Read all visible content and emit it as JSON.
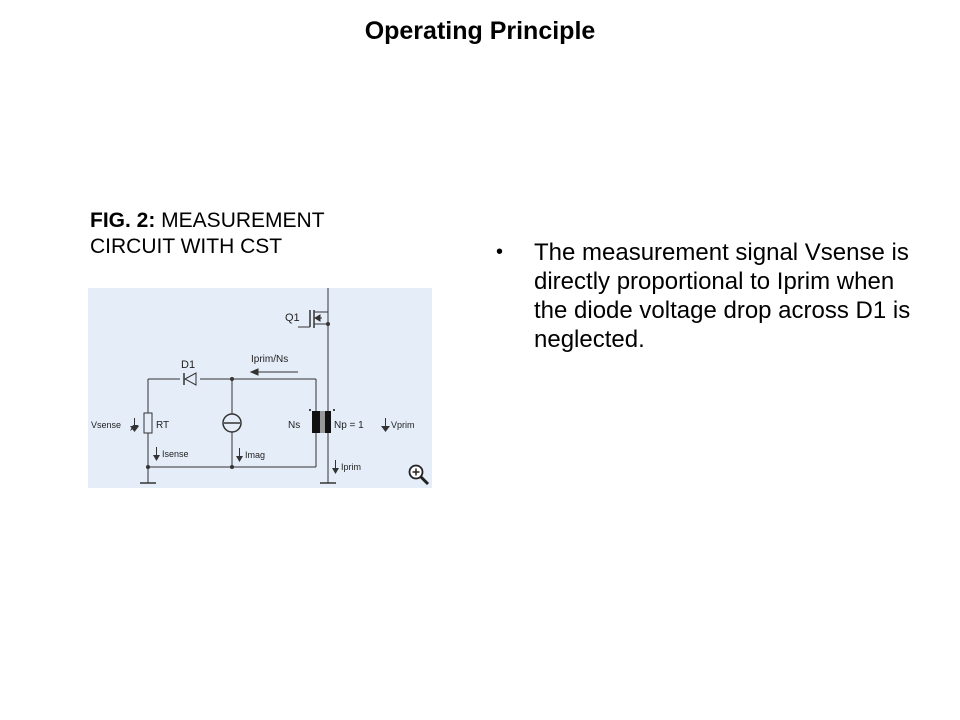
{
  "slide": {
    "title": "Operating Principle",
    "caption_prefix": "FIG. 2:",
    "caption_text": " MEASUREMENT CIRCUIT WITH CST",
    "bullets": [
      {
        "marker": "•",
        "text": "The measurement signal Vsense is directly proportional to Iprim when the diode voltage drop across D1 is neglected."
      }
    ]
  },
  "figure": {
    "labels": {
      "q1": "Q1",
      "d1": "D1",
      "iprim_ns": "Iprim/Ns",
      "vsense": "Vsense",
      "rt": "RT",
      "isense": "Isense",
      "imag": "Imag",
      "ns": "Ns",
      "np": "Np = 1",
      "vprim": "Vprim",
      "iprim": "Iprim"
    },
    "zoom_icon": "magnifier-plus-icon"
  }
}
